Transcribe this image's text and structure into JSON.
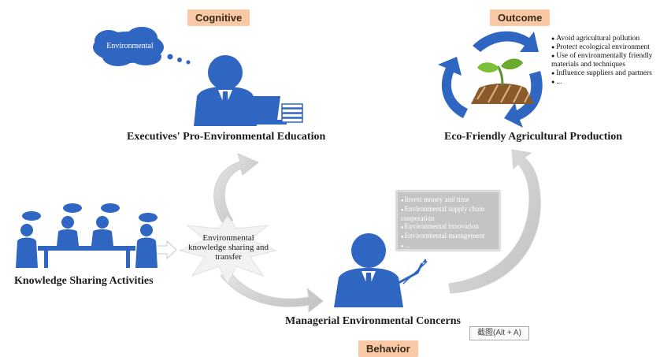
{
  "labels": {
    "cognitive": "Cognitive",
    "outcome": "Outcome",
    "behavior": "Behavior"
  },
  "nodes": {
    "executives": "Executives' Pro-Environmental Education",
    "eco_friendly": "Eco-Friendly Agricultural Production",
    "knowledge_sharing": "Knowledge Sharing Activities",
    "managerial": "Managerial Environmental Concerns"
  },
  "thought_bubble": "Environmental",
  "star_text": "Environmental knowledge sharing and transfer",
  "outcome_bullets": [
    "Avoid agricultural pollution",
    "Protect ecological environment",
    "Use of environmentally friendly materials and techniques",
    "Influence suppliers and partners",
    "..."
  ],
  "board_bullets": [
    "Invest money and time",
    "Environmental supply chain cooperation",
    "Environmental innovation",
    "Environmental management",
    "..."
  ],
  "screenshot_hint": "截图(Alt + A)",
  "colors": {
    "figure_blue": "#2f66c2",
    "tag_orange": "#f8c9a4",
    "arrow_gray": "#c9c9c9",
    "recycle_blue": "#2f66c2"
  },
  "icons": [
    "recycle-icon",
    "sprout-icon",
    "laptop-icon",
    "books-icon",
    "meeting-icon"
  ]
}
